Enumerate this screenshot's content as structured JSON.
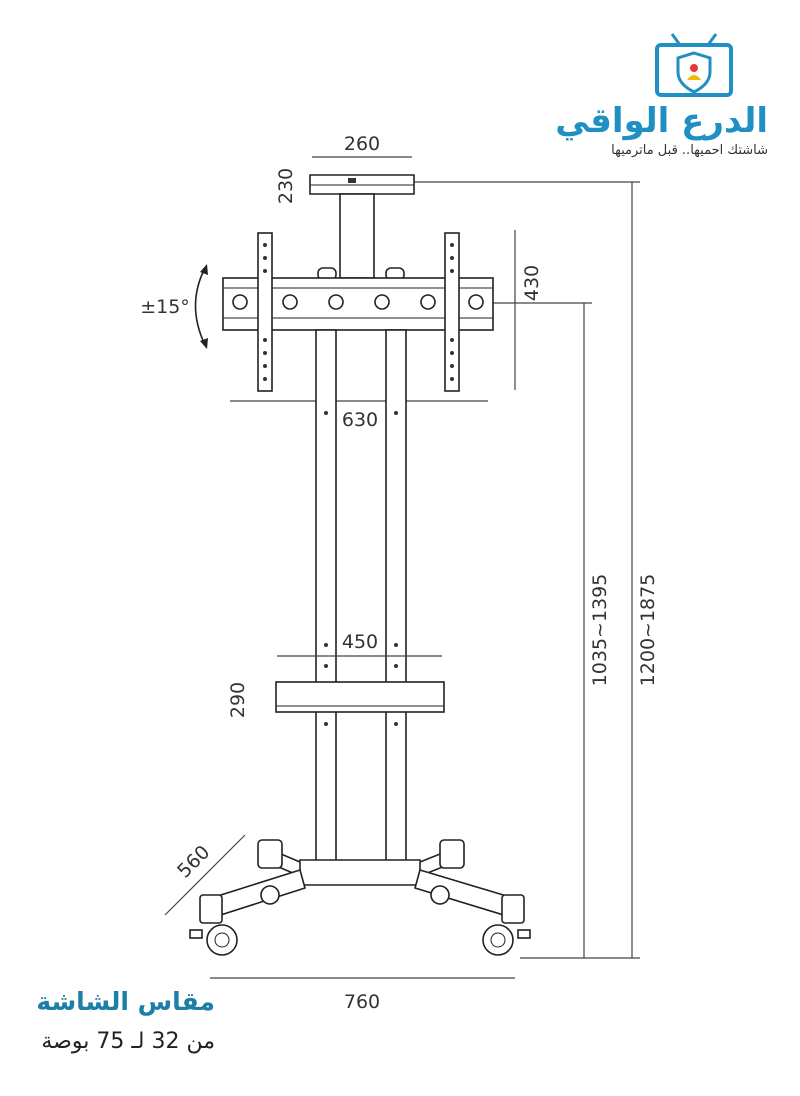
{
  "brand": {
    "name": "الدرع الواقي",
    "slogan": "شاشتك احميها.. قبل ماترميها",
    "colors": {
      "primary": "#1f8fc4",
      "accent": "#e53935",
      "secondary": "#f2b705"
    }
  },
  "dimensions": {
    "top_width": "260",
    "top_height": "230",
    "tilt": "±15°",
    "mount_height": "430",
    "mount_width": "630",
    "shelf_width": "450",
    "shelf_height": "290",
    "base_depth": "560",
    "base_width": "760",
    "height_range_inner": "1035~1395",
    "height_range_outer": "1200~1875"
  },
  "caption": {
    "title": "مقاس الشاشة",
    "subtitle": "من 32 لـ 75 بوصة"
  }
}
